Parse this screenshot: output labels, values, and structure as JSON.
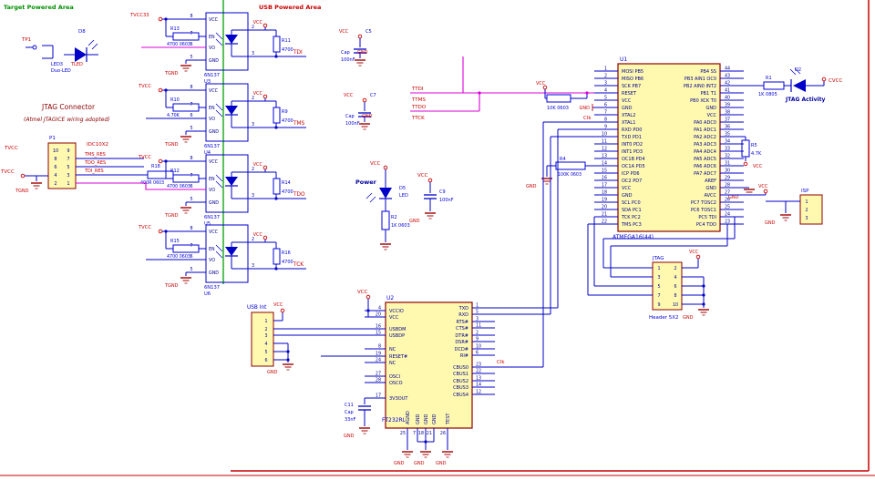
{
  "areas": {
    "target": "Target Powered Area",
    "usb": "USB Powered Area"
  },
  "jtag_conn": {
    "ref": "P1",
    "title": "JTAG Connector",
    "subtitle": "(Atmel JTAGICE wiring adopted)",
    "type_label": "IDC10X2",
    "left_nums": [
      "10",
      "8",
      "6",
      "4",
      "2"
    ],
    "right_nums": [
      "9",
      "7",
      "5",
      "3",
      "1"
    ],
    "net_labels": [
      "TMS_RES",
      "TDO_RES",
      "TDI_RES"
    ],
    "tvcc_label": "TVCC",
    "tvcc_flag": "TVCC",
    "tgnd_label": "TGND",
    "series_res_ref": "R18",
    "series_res_val": "400R 0603"
  },
  "testpoint": {
    "ref": "TP1"
  },
  "target_led": {
    "ref": "D8",
    "line1": "LED3",
    "line2": "TLED",
    "line3": "Duo-LED"
  },
  "optos": [
    {
      "ref": "U3",
      "part": "6N137",
      "flag": "TVCC33",
      "gnd_flag": "TGND",
      "rin_ref": "R13",
      "rin_val": "4700 0603",
      "rout_ref": "R11",
      "rout_val": "4700",
      "net": "TDI",
      "vcc": "VCC",
      "pin_names": [
        "VCC",
        "EN",
        "VO",
        "GND"
      ],
      "left_nums": [
        "8",
        "7",
        "6",
        "5"
      ],
      "right_nums": [
        "2",
        "3"
      ]
    },
    {
      "ref": "U4",
      "part": "6N137",
      "flag": "TVCC",
      "gnd_flag": "TGND",
      "rin_ref": "R10",
      "rin_val": "4.70K",
      "rout_ref": "R9",
      "rout_val": "4700",
      "net": "TMS",
      "vcc": "VCC",
      "pin_names": [
        "VCC",
        "EN",
        "VO",
        "GND"
      ],
      "left_nums": [
        "8",
        "7",
        "6",
        "5"
      ],
      "right_nums": [
        "2",
        "3"
      ]
    },
    {
      "ref": "U5",
      "part": "6N137",
      "flag": "TVCC",
      "gnd_flag": "TGND",
      "rin_ref": "R12",
      "rin_val": "4700 0603",
      "rout_ref": "R14",
      "rout_val": "4700",
      "net": "TDO",
      "vcc": "VCC",
      "pin_names": [
        "VCC",
        "EN",
        "VO",
        "GND"
      ],
      "left_nums": [
        "8",
        "7",
        "6",
        "5"
      ],
      "right_nums": [
        "2",
        "3"
      ]
    },
    {
      "ref": "U6",
      "part": "6N137",
      "flag": "TVCC",
      "gnd_flag": "TGND",
      "rin_ref": "R15",
      "rin_val": "4700 0603",
      "rout_ref": "R16",
      "rout_val": "4700",
      "net": "TCK",
      "vcc": "VCC",
      "pin_names": [
        "VCC",
        "EN",
        "VO",
        "GND"
      ],
      "left_nums": [
        "8",
        "7",
        "6",
        "5"
      ],
      "right_nums": [
        "2",
        "3"
      ]
    }
  ],
  "decoupling": [
    {
      "ref": "C5",
      "kind": "Cap",
      "val": "100nF",
      "vcc": "VCC",
      "gnd": "GND"
    },
    {
      "ref": "C7",
      "kind": "Cap",
      "val": "100nF",
      "vcc": "VCC",
      "gnd": "GND"
    }
  ],
  "power_led": {
    "title": "Power",
    "vcc": "VCC",
    "ref": "D5",
    "part": "LED",
    "res_ref": "R2",
    "res_val": "1K 0603"
  },
  "c9": {
    "ref": "C9",
    "val": "100nF",
    "vcc": "VCC",
    "gnd": "GND"
  },
  "tt_nets": [
    "TTDI",
    "TTMS",
    "TTDO",
    "TTCK"
  ],
  "mcu": {
    "ref": "U1",
    "part": "ATMEGA16(44)",
    "left_pins": [
      [
        "MOSI PB5",
        "1"
      ],
      [
        "MISO PB6",
        "2"
      ],
      [
        "SCK PB7",
        "3"
      ],
      [
        "RESET",
        "4"
      ],
      [
        "VCC",
        "5"
      ],
      [
        "GND",
        "6"
      ],
      [
        "XTAL2",
        "7"
      ],
      [
        "XTAL1",
        "8"
      ],
      [
        "RXD PD0",
        "9"
      ],
      [
        "TXD PD1",
        "10"
      ],
      [
        "INT0 PD2",
        "11"
      ],
      [
        "INT1 PD3",
        "12"
      ],
      [
        "OC1B PD4",
        "13"
      ],
      [
        "OC1A PD5",
        "14"
      ],
      [
        "ICP PD6",
        "15"
      ],
      [
        "OC2 PD7",
        "16"
      ],
      [
        "VCC",
        "17"
      ],
      [
        "GND",
        "18"
      ],
      [
        "SCL PC0",
        "19"
      ],
      [
        "SDA PC1",
        "20"
      ],
      [
        "TCK PC2",
        "21"
      ],
      [
        "TMS PC3",
        "22"
      ]
    ],
    "right_pins": [
      [
        "PB4 SS",
        "44"
      ],
      [
        "PB3 AIN1 OC0",
        "43"
      ],
      [
        "PB2 AIN0 INT2",
        "42"
      ],
      [
        "PB1 T1",
        "41"
      ],
      [
        "PB0 XCK T0",
        "40"
      ],
      [
        "GND",
        "39"
      ],
      [
        "VCC",
        "38"
      ],
      [
        "PA0 ADC0",
        "37"
      ],
      [
        "PA1 ADC1",
        "36"
      ],
      [
        "PA2 ADC2",
        "35"
      ],
      [
        "PA3 ADC3",
        "34"
      ],
      [
        "PA4 ADC4",
        "33"
      ],
      [
        "PA5 ADC5",
        "32"
      ],
      [
        "PA6 ADC6",
        "31"
      ],
      [
        "PA7 ADC7",
        "30"
      ],
      [
        "AREF",
        "29"
      ],
      [
        "GND",
        "28"
      ],
      [
        "AVCC",
        "27"
      ],
      [
        "PC7 TOSC2",
        "26"
      ],
      [
        "PC6 TOSC1",
        "25"
      ],
      [
        "PC5 TDI",
        "24"
      ],
      [
        "PC4 TDO",
        "23"
      ]
    ]
  },
  "mcu_misc": {
    "vcc": "VCC",
    "reset_res": "10K 0603",
    "gnd_tag": "GND",
    "clk": "Clk",
    "r4_ref": "R4",
    "r4_val": "100K 0603",
    "gnd2": "GND",
    "r5_ref": "R5",
    "r5_val": "4.7K",
    "r5_flag": "VCC",
    "avcc_vcc": "VCC",
    "gnd3": "GND"
  },
  "act_led": {
    "res_ref": "R1",
    "res_val": "1K 0805",
    "ref": "D2",
    "label": "JTAG Activity",
    "flag": "CVCC"
  },
  "usb_ic": {
    "ref": "U2",
    "part": "FT232RL",
    "vcc": "VCC",
    "clk_net": "Clk",
    "c11_ref": "C11",
    "c11_kind": "Cap",
    "c11_val": "33nF",
    "c11_gnd": "GND",
    "gnd_labels": [
      "GND",
      "GND",
      "GND"
    ],
    "left_pins": [
      [
        "VCCIO",
        "4"
      ],
      [
        "VCC",
        "20"
      ],
      [
        "USBDM",
        "16"
      ],
      [
        "USBDP",
        "15"
      ],
      [
        "NC",
        "8"
      ],
      [
        "RESET#",
        "19"
      ],
      [
        "NC",
        "24"
      ],
      [
        "OSCI",
        "27"
      ],
      [
        "OSCO",
        "28"
      ],
      [
        "3V3OUT",
        "17"
      ]
    ],
    "right_pins": [
      [
        "TXD",
        "1"
      ],
      [
        "RXD",
        "5"
      ],
      [
        "RTS#",
        "3"
      ],
      [
        "CTS#",
        "11"
      ],
      [
        "DTR#",
        "2"
      ],
      [
        "DSR#",
        "9"
      ],
      [
        "DCD#",
        "10"
      ],
      [
        "RI#",
        "6"
      ],
      [
        "CBUS0",
        "23"
      ],
      [
        "CBUS1",
        "22"
      ],
      [
        "CBUS2",
        "13"
      ],
      [
        "CBUS3",
        "14"
      ],
      [
        "CBUS4",
        "12"
      ]
    ],
    "bottom_pins": [
      [
        "AGND",
        "25"
      ],
      [
        "GND",
        "7"
      ],
      [
        "GND",
        "18"
      ],
      [
        "GND",
        "21"
      ],
      [
        "TEST",
        "26"
      ]
    ]
  },
  "usb_conn": {
    "title": "USB Int",
    "nums": [
      "1",
      "2",
      "3",
      "4",
      "5",
      "6"
    ],
    "vcc": "VCC",
    "gnd": "GND"
  },
  "prog_hdr": {
    "ref": "JTAG",
    "part": "Header 5X2",
    "left_nums": [
      "1",
      "3",
      "5",
      "7",
      "9"
    ],
    "right_nums": [
      "2",
      "4",
      "6",
      "8",
      "10"
    ],
    "vcc": "VCC",
    "gnd": "GND"
  },
  "isp_hdr": {
    "ref": "ISP",
    "nums": [
      "1",
      "2",
      "3"
    ],
    "gnd": "GND"
  },
  "colors": {
    "wire": "#0000C8",
    "magenta": "#D800D8",
    "divider": "#00A000",
    "net": "#C80000",
    "refdes": "#0000D8",
    "pin": "#000090",
    "sheet": "#C80000",
    "chip_fill": "#FFF9B0",
    "chip_stroke": "#8B0000",
    "gnd": "#A00000",
    "target_area": "#009000"
  }
}
